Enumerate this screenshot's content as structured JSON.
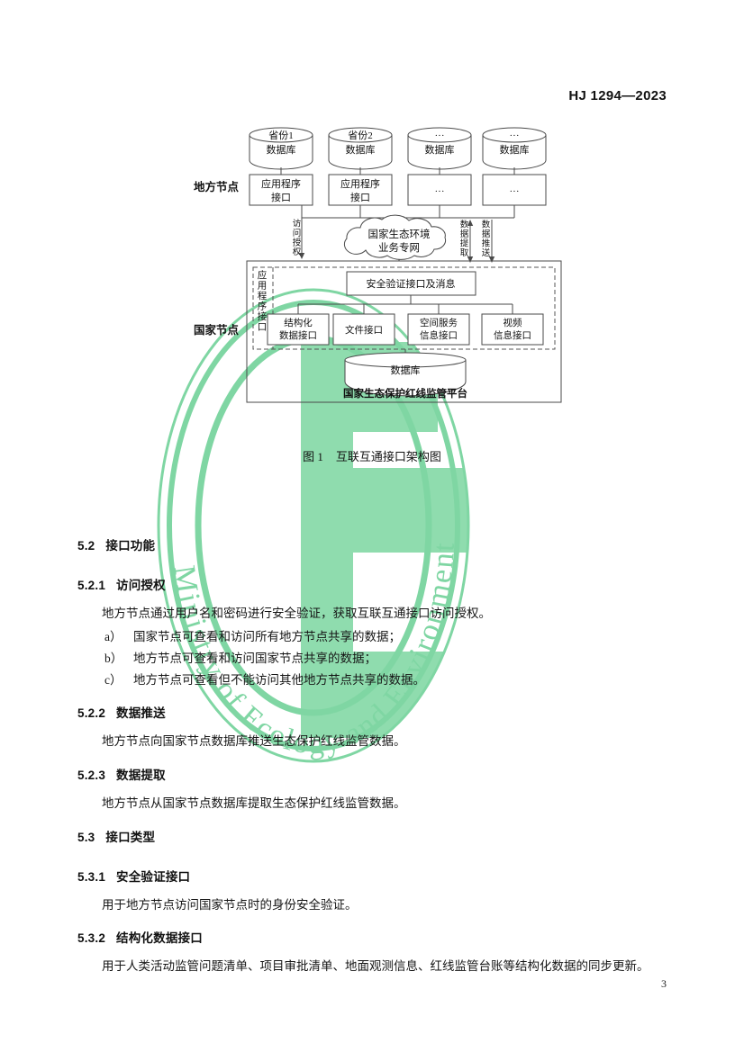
{
  "document": {
    "standard_code": "HJ 1294—2023",
    "page_number": "3"
  },
  "figure": {
    "caption_label": "图 1",
    "caption_title": "互联互通接口架构图",
    "left_labels": {
      "local_node": "地方节点",
      "national_node": "国家节点"
    },
    "databases": [
      {
        "line1": "省份1",
        "line2": "数据库"
      },
      {
        "line1": "省份2",
        "line2": "数据库"
      },
      {
        "line1": "···",
        "line2": "数据库"
      },
      {
        "line1": "···",
        "line2": "数据库"
      }
    ],
    "api_boxes": [
      {
        "line1": "应用程序",
        "line2": "接口"
      },
      {
        "line1": "应用程序",
        "line2": "接口"
      },
      {
        "line1": "···",
        "line2": ""
      },
      {
        "line1": "···",
        "line2": ""
      }
    ],
    "cloud": {
      "line1": "国家生态环境",
      "line2": "业务专网"
    },
    "flow_labels": {
      "access_auth": "访问授权",
      "data_extract": "数据提取",
      "data_push": "数据推送"
    },
    "national": {
      "api_vertical_label": "应用程序接口",
      "security_box": "安全验证接口及消息",
      "interfaces": [
        {
          "line1": "结构化",
          "line2": "数据接口"
        },
        {
          "line1": "文件接口",
          "line2": ""
        },
        {
          "line1": "空间服务",
          "line2": "信息接口"
        },
        {
          "line1": "视频",
          "line2": "信息接口"
        }
      ],
      "database": "数据库",
      "platform": "国家生态保护红线监管平台"
    }
  },
  "sections": [
    {
      "num": "5.2",
      "title": "接口功能"
    },
    {
      "num": "5.2.1",
      "title": "访问授权"
    },
    {
      "num": "5.2.2",
      "title": "数据推送"
    },
    {
      "num": "5.2.3",
      "title": "数据提取"
    },
    {
      "num": "5.3",
      "title": "接口类型"
    },
    {
      "num": "5.3.1",
      "title": "安全验证接口"
    },
    {
      "num": "5.3.2",
      "title": "结构化数据接口"
    }
  ],
  "paragraphs": {
    "p_521": "地方节点通过用户名和密码进行安全验证，获取互联互通接口访问授权。",
    "p_522": "地方节点向国家节点数据库推送生态保护红线监管数据。",
    "p_523": "地方节点从国家节点数据库提取生态保护红线监管数据。",
    "p_531": "用于地方节点访问国家节点时的身份安全验证。",
    "p_532": "用于人类活动监管问题清单、项目审批清单、地面观测信息、红线监管台账等结构化数据的同步更新。"
  },
  "list_521": [
    {
      "label": "a）",
      "text": "国家节点可查看和访问所有地方节点共享的数据；"
    },
    {
      "label": "b）",
      "text": "地方节点可查看和访问国家节点共享的数据；"
    },
    {
      "label": "c）",
      "text": "地方节点可查看但不能访问其他地方节点共享的数据。"
    }
  ],
  "watermark": {
    "text": "Ministry of Ecology and Environment",
    "color": "#7fd6a3"
  },
  "colors": {
    "ink": "#111111",
    "line": "#4a4a4a",
    "watermark_green": "#7fd6a3",
    "watermark_block": "#8fdcae"
  }
}
